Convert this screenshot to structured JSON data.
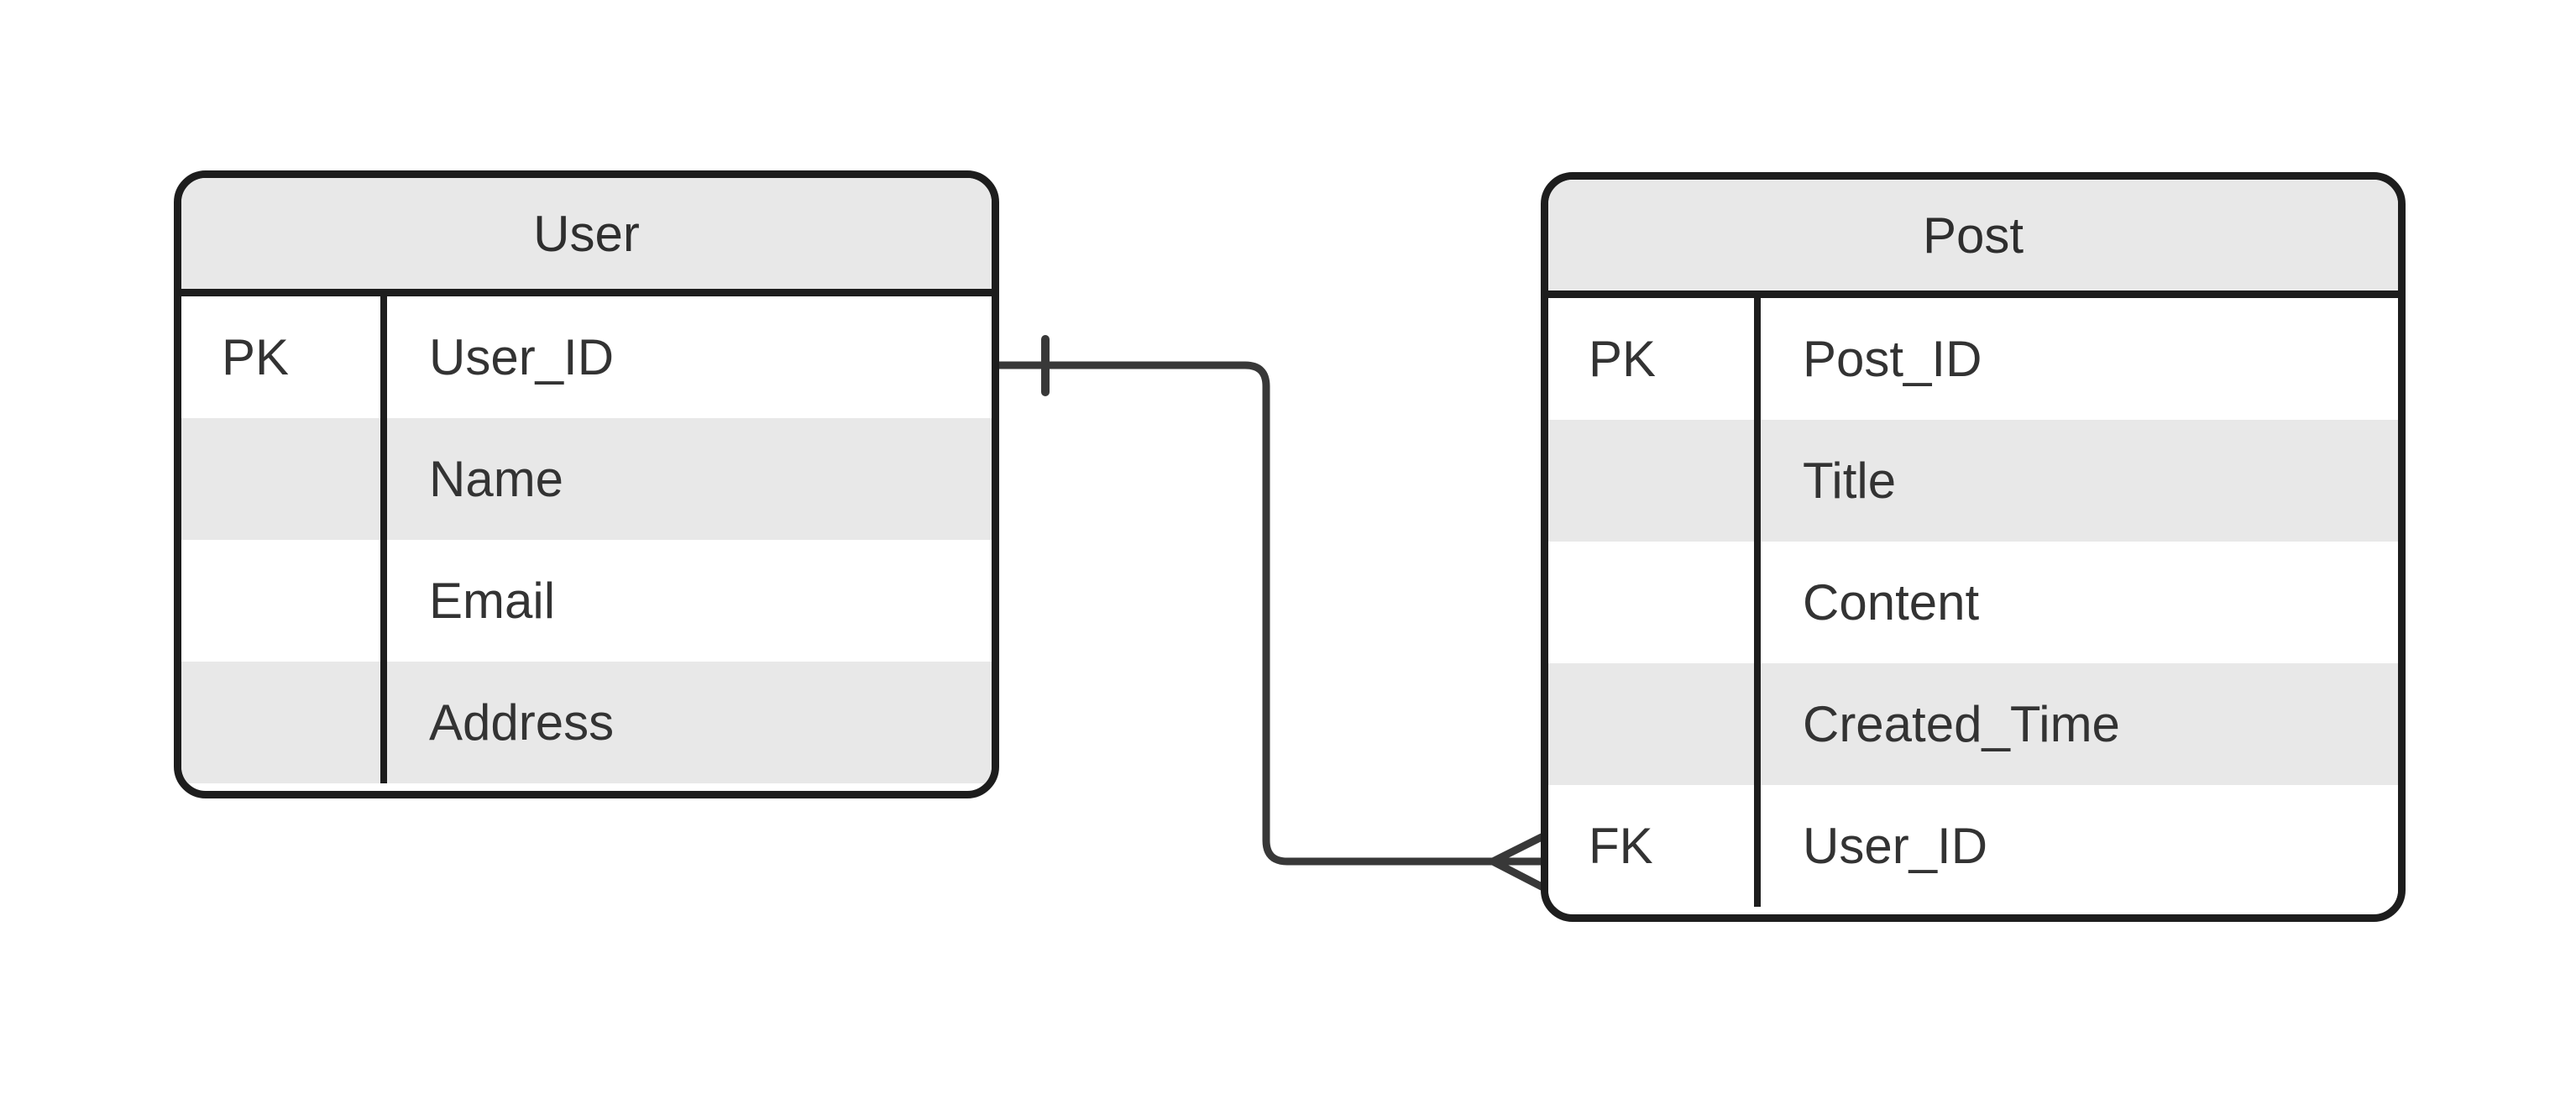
{
  "diagram": {
    "type": "entity-relationship-diagram",
    "entities": [
      {
        "name": "User",
        "rows": [
          {
            "key": "PK",
            "attr": "User_ID"
          },
          {
            "key": "",
            "attr": "Name"
          },
          {
            "key": "",
            "attr": "Email"
          },
          {
            "key": "",
            "attr": "Address"
          }
        ]
      },
      {
        "name": "Post",
        "rows": [
          {
            "key": "PK",
            "attr": "Post_ID"
          },
          {
            "key": "",
            "attr": "Title"
          },
          {
            "key": "",
            "attr": "Content"
          },
          {
            "key": "",
            "attr": "Created_Time"
          },
          {
            "key": "FK",
            "attr": "User_ID"
          }
        ]
      }
    ],
    "relationships": [
      {
        "from_entity": "User",
        "from_attr": "User_ID",
        "from_cardinality": "one",
        "to_entity": "Post",
        "to_attr": "User_ID",
        "to_cardinality": "many"
      }
    ],
    "colors": {
      "canvas_bg": "#ffffff",
      "entity_border": "#1d1d1d",
      "entity_header_bg": "#e8e8e8",
      "row_alt_bg": "#e8e8e8",
      "row_bg": "#ffffff",
      "text": "#333333",
      "line": "#383838"
    }
  }
}
